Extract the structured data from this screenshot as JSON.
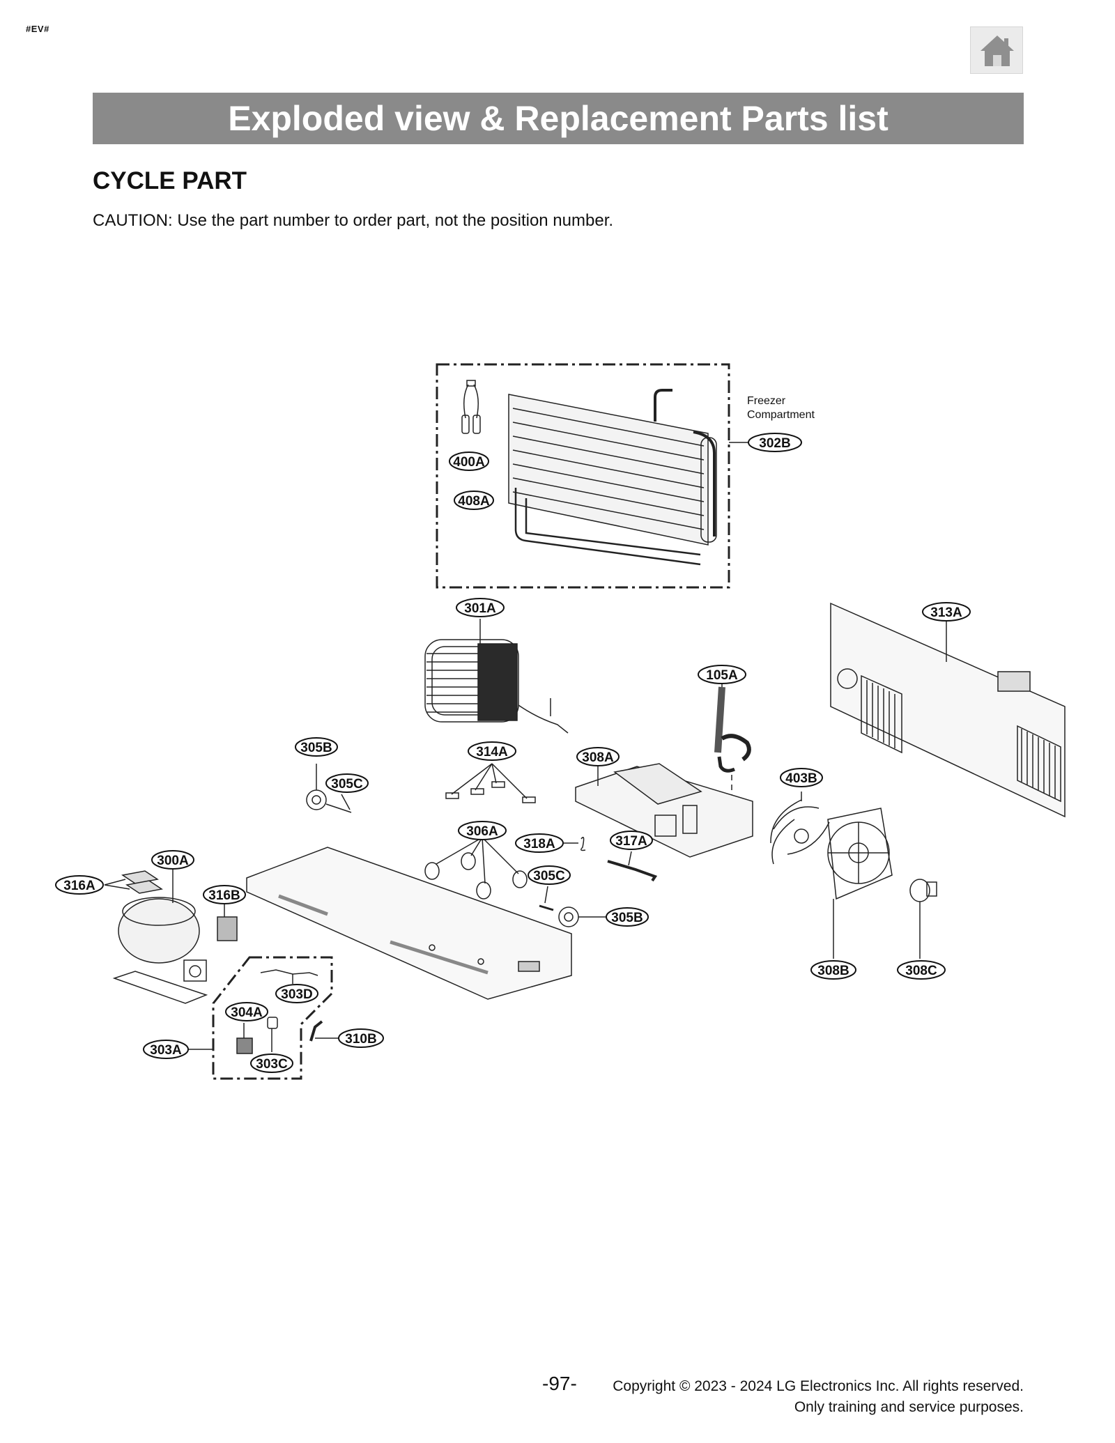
{
  "header": {
    "tag": "#EV#",
    "home_icon": "home-icon",
    "banner_title": "Exploded view & Replacement Parts list"
  },
  "section": {
    "title": "CYCLE PART",
    "caution": "CAUTION: Use the part number to order part, not the position number."
  },
  "diagram": {
    "note": [
      "Freezer",
      "Compartment"
    ],
    "labels": {
      "l400A": "400A",
      "l408A": "408A",
      "l302B": "302B",
      "l301A": "301A",
      "l313A": "313A",
      "l105A": "105A",
      "l305B_top": "305B",
      "l305C_top": "305C",
      "l314A": "314A",
      "l308A": "308A",
      "l403B": "403B",
      "l306A": "306A",
      "l318A": "318A",
      "l317A": "317A",
      "l300A": "300A",
      "l316A": "316A",
      "l316B": "316B",
      "l305C_mid": "305C",
      "l305B_mid": "305B",
      "l303D": "303D",
      "l304A": "304A",
      "l310B": "310B",
      "l303A": "303A",
      "l303C": "303C",
      "l308B": "308B",
      "l308C": "308C"
    }
  },
  "footer": {
    "page_number": "-97-",
    "copyright": "Copyright © 2023 - 2024 LG Electronics Inc. All rights reserved.",
    "purpose": "Only training and service purposes."
  }
}
